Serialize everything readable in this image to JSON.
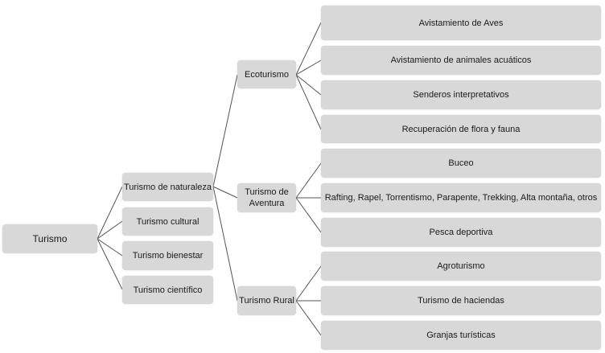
{
  "root": {
    "label": "Turismo"
  },
  "level1": [
    {
      "label": "Turismo de naturaleza"
    },
    {
      "label": "Turismo cultural"
    },
    {
      "label": "Turismo bienestar"
    },
    {
      "label": "Turismo científico"
    }
  ],
  "level2": [
    {
      "label": "Ecoturismo"
    },
    {
      "label": "Turismo de Aventura"
    },
    {
      "label": "Turismo Rural"
    }
  ],
  "level3": [
    {
      "label": "Avistamiento de Aves"
    },
    {
      "label": "Avistamiento de animales acuáticos"
    },
    {
      "label": "Senderos interpretativos"
    },
    {
      "label": "Recuperación de flora y fauna"
    },
    {
      "label": "Buceo"
    },
    {
      "label": "Rafting, Rapel, Torrentismo, Parapente, Trekking, Alta montaña, otros"
    },
    {
      "label": "Pesca deportiva"
    },
    {
      "label": "Agroturismo"
    },
    {
      "label": "Turismo de haciendas"
    },
    {
      "label": "Granjas turísticas"
    }
  ],
  "colors": {
    "box": "#d8d8d8",
    "line": "#555555"
  }
}
